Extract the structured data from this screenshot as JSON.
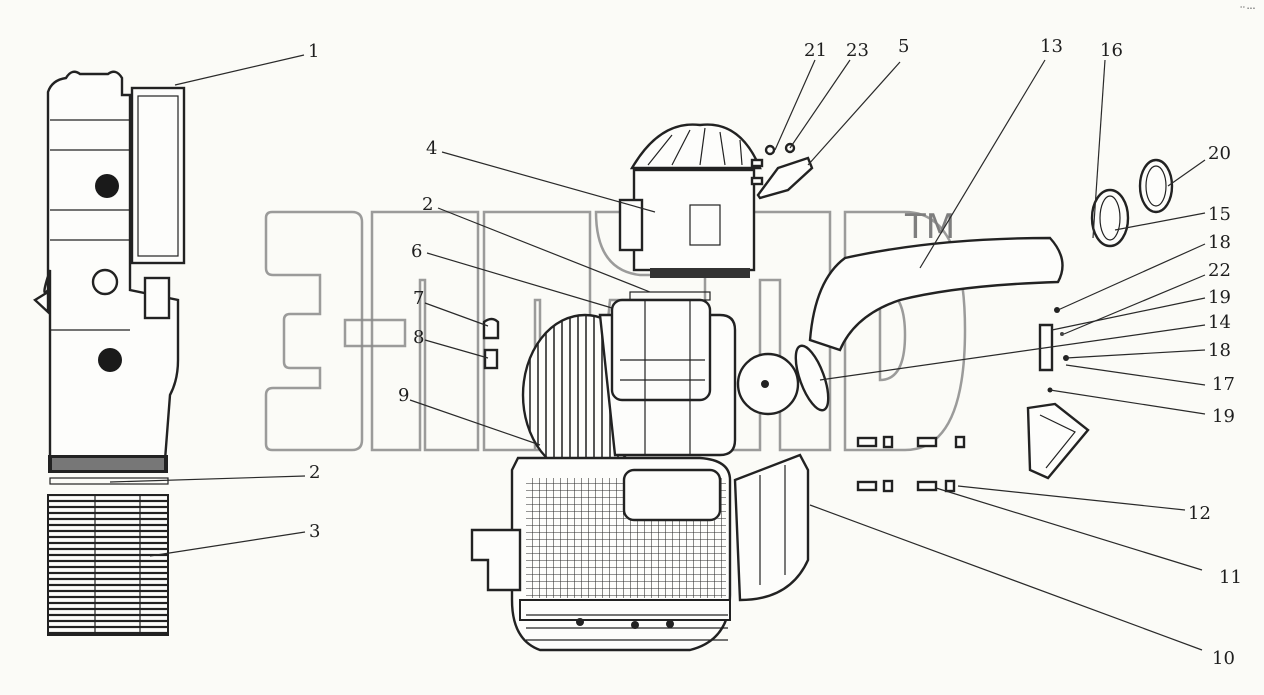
{
  "watermark": {
    "tm": "TM"
  },
  "corner_mark": "°° •••",
  "callouts": {
    "c1": "1",
    "c2a": "2",
    "c2b": "2",
    "c3": "3",
    "c4": "4",
    "c5": "5",
    "c6": "6",
    "c7": "7",
    "c8": "8",
    "c9": "9",
    "c10": "10",
    "c11": "11",
    "c12": "12",
    "c13": "13",
    "c14": "14",
    "c15": "15",
    "c16": "16",
    "c17": "17",
    "c18a": "18",
    "c18b": "18",
    "c19a": "19",
    "c19b": "19",
    "c20": "20",
    "c21": "21",
    "c22": "22",
    "c23": "23"
  }
}
